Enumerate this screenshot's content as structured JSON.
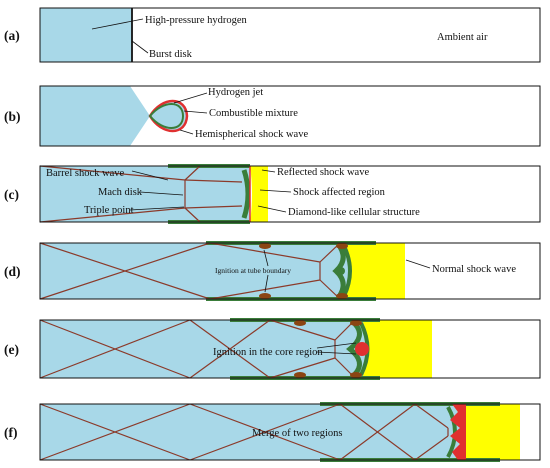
{
  "panels": {
    "a": {
      "tag": "(a)",
      "labels": {
        "hydrogen": "High-pressure hydrogen",
        "disk": "Burst disk",
        "air": "Ambient air"
      }
    },
    "b": {
      "tag": "(b)",
      "labels": {
        "jet": "Hydrogen jet",
        "mixture": "Combustible mixture",
        "shock": "Hemispherical shock wave"
      }
    },
    "c": {
      "tag": "(c)",
      "labels": {
        "barrel": "Barrel shock wave",
        "mach": "Mach disk",
        "triple": "Triple point",
        "reflected": "Reflected shock wave",
        "affected": "Shock affected region",
        "diamond": "Diamond-like cellular structure"
      }
    },
    "d": {
      "tag": "(d)",
      "labels": {
        "ignition": "Ignition at tube boundary",
        "normal": "Normal shock wave"
      }
    },
    "e": {
      "tag": "(e)",
      "labels": {
        "core": "Ignition in the core region"
      }
    },
    "f": {
      "tag": "(f)",
      "labels": {
        "merge": "Merge of two regions"
      }
    }
  },
  "colors": {
    "hydrogen": "#a8d8e8",
    "shock_band": "#3a7d3a",
    "shock_region": "#ffff00",
    "lines": "#8b3a2a",
    "ignition": "#e03030",
    "ignition_spot": "#8b4513"
  }
}
